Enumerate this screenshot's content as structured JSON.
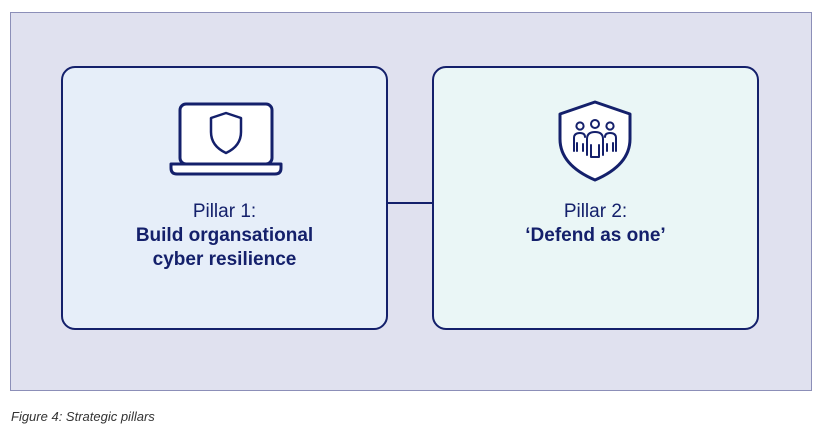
{
  "diagram": {
    "pillars": [
      {
        "title": "Pillar 1:",
        "subtitle_line1": "Build organsational",
        "subtitle_line2": "cyber resilience",
        "icon": "laptop-shield-icon"
      },
      {
        "title": "Pillar 2:",
        "subtitle_line1": "‘Defend as one’",
        "icon": "shield-people-icon"
      }
    ]
  },
  "caption": "Figure 4: Strategic pillars",
  "colors": {
    "navy": "#14206b",
    "panel_bg": "#e0e1ef",
    "card1_bg": "#e6eef9",
    "card2_bg": "#eaf6f6"
  }
}
